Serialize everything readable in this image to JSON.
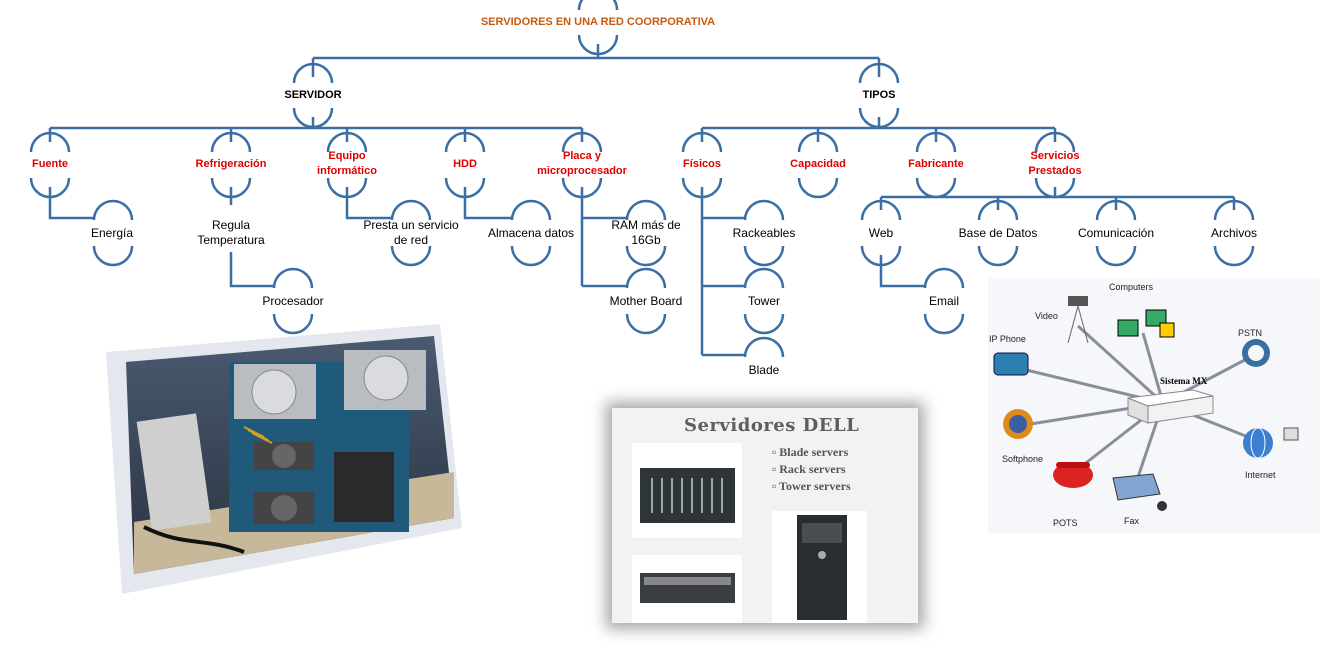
{
  "title": "SERVIDORES  EN UNA RED COORPORATIVA",
  "branches": {
    "servidor": "SERVIDOR",
    "tipos": "TIPOS"
  },
  "servidor_children": {
    "fuente": "Fuente",
    "refrigeracion": "Refrigeración",
    "equipo": "Equipo\ninformático",
    "hdd": "HDD",
    "placa": "Placa  y\nmicroprocesador"
  },
  "servidor_leaves": {
    "energia": "Energía",
    "regula": "Regula\nTemperatura",
    "procesador": "Procesador",
    "presta": "Presta un servicio\nde red",
    "almacena": "Almacena datos",
    "ram": "RAM más de\n16Gb",
    "mother": "Mother Board"
  },
  "tipos_children": {
    "fisicos": "Físicos",
    "capacidad": "Capacidad",
    "fabricante": "Fabricante",
    "servicios": "Servicios\nPrestados"
  },
  "tipos_leaves": {
    "rackeables": "Rackeables",
    "tower": "Tower",
    "blade": "Blade",
    "web": "Web",
    "email": "Email",
    "base_datos": "Base de Datos",
    "comunicacion": "Comunicación",
    "archivos": "Archivos"
  },
  "dell": {
    "title": "Servidores DELL",
    "items": [
      "Blade servers",
      "Rack servers",
      "Tower servers"
    ]
  },
  "network": {
    "center": "Sistema MX",
    "nodes": {
      "computers": "Computers",
      "video": "Video",
      "ip_phone": "IP Phone",
      "pstn": "PSTN",
      "softphone": "Softphone",
      "internet": "Internet",
      "pots": "POTS",
      "fax": "Fax"
    }
  },
  "colors": {
    "line": "#3a6ea5",
    "root_text": "#c55a11",
    "category_text": "#e00000"
  }
}
